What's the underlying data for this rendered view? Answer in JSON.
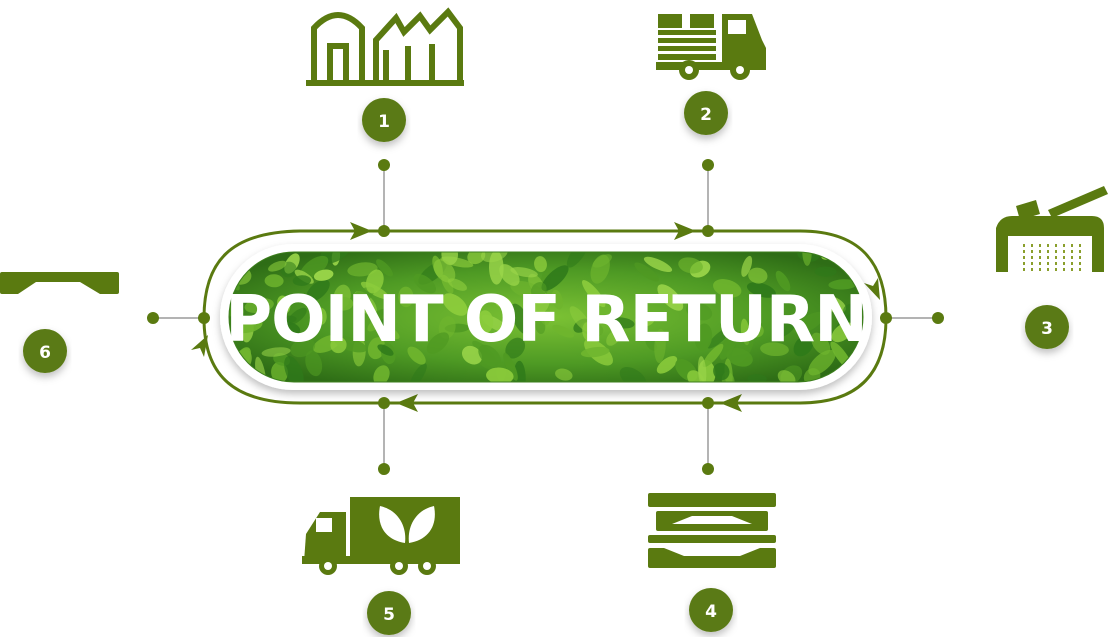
{
  "title": "POINT OF RETURN",
  "steps": [
    {
      "number": "1",
      "icon": "factory-icon"
    },
    {
      "number": "2",
      "icon": "pallet-truck-icon"
    },
    {
      "number": "3",
      "icon": "pallet-shredder-icon"
    },
    {
      "number": "4",
      "icon": "stacked-pallets-icon"
    },
    {
      "number": "5",
      "icon": "eco-delivery-truck-icon"
    },
    {
      "number": "6",
      "icon": "single-pallet-icon"
    }
  ],
  "colors": {
    "primary_green": "#5a7a10",
    "badge_green": "#5a7a12",
    "leaf_light": "#8ccc3c",
    "leaf_dark": "#2f7a1a",
    "connector_gray": "#9a9a9a"
  }
}
